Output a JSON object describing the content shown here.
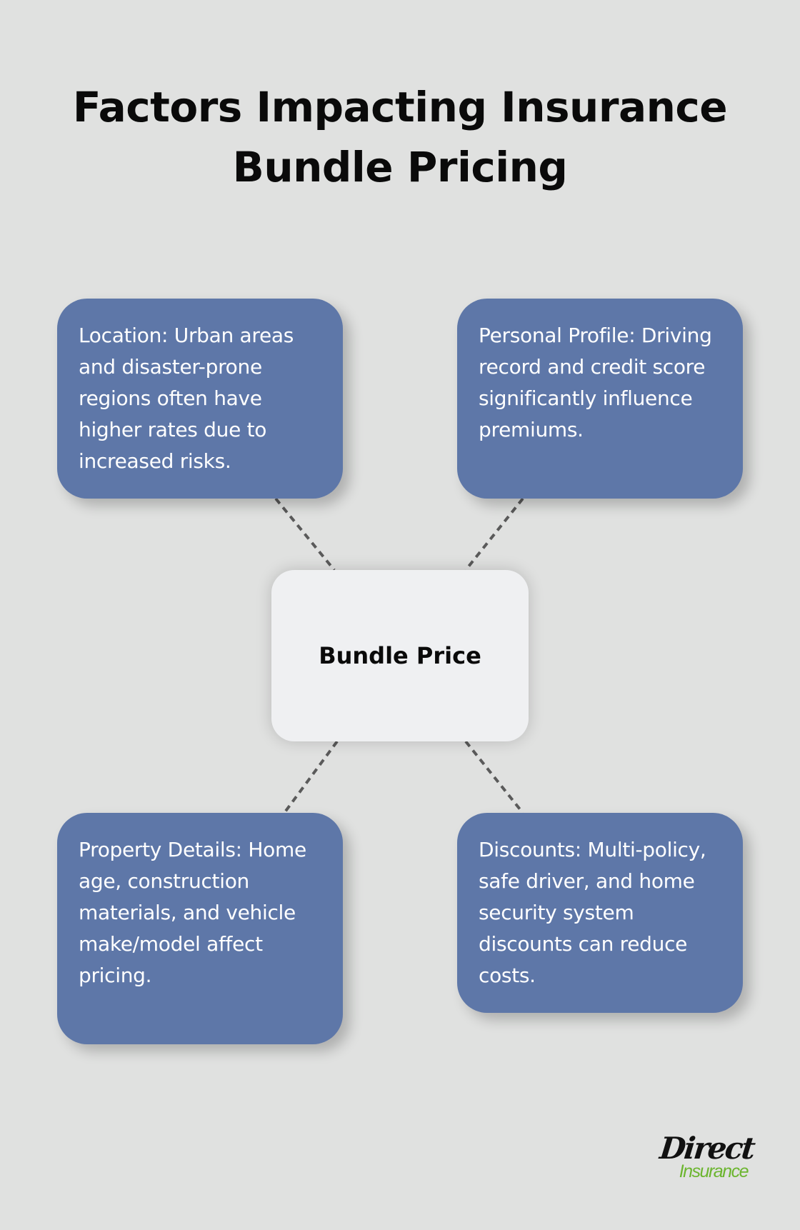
{
  "title": {
    "line1": "Factors Impacting Insurance",
    "line2": "Bundle Pricing"
  },
  "center_node": {
    "label": "Bundle Price"
  },
  "factors": [
    {
      "position": "top-left",
      "text": "Location: Urban areas and disaster-prone regions often have higher rates due to increased risks."
    },
    {
      "position": "top-right",
      "text": "Personal Profile: Driving record and credit score significantly influence premiums."
    },
    {
      "position": "bottom-left",
      "text": "Property Details: Home age, construction materials, and vehicle make/model affect pricing."
    },
    {
      "position": "bottom-right",
      "text": "Discounts: Multi-policy, safe driver, and home security system discounts can reduce costs."
    }
  ],
  "logo": {
    "word1": "Direct",
    "word2": "Insurance"
  },
  "colors": {
    "background": "#e0e1e0",
    "factor_box": "#5e77a8",
    "center_box": "#eff0f2",
    "connector": "#5a5a5a",
    "logo_green": "#6bb52e"
  }
}
